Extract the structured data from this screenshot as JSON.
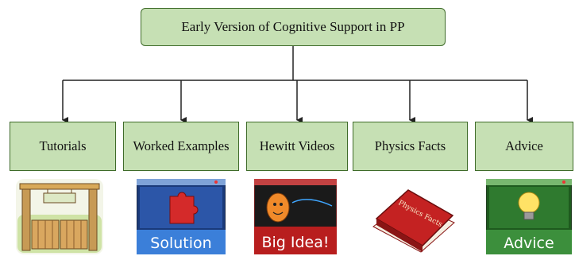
{
  "root": {
    "label": "Early Version of Cognitive Support in PP"
  },
  "children": [
    {
      "label": "Tutorials"
    },
    {
      "label": "Worked Examples"
    },
    {
      "label": "Hewitt Videos"
    },
    {
      "label": "Physics Facts"
    },
    {
      "label": "Advice"
    }
  ],
  "thumbnails": {
    "worked_examples": "Solution",
    "hewitt_videos": "Big Idea!",
    "physics_facts": "Physics Facts",
    "advice": "Advice"
  },
  "colors": {
    "box_fill": "#c6e0b4",
    "box_border": "#3f6b2a",
    "connector": "#222222"
  }
}
